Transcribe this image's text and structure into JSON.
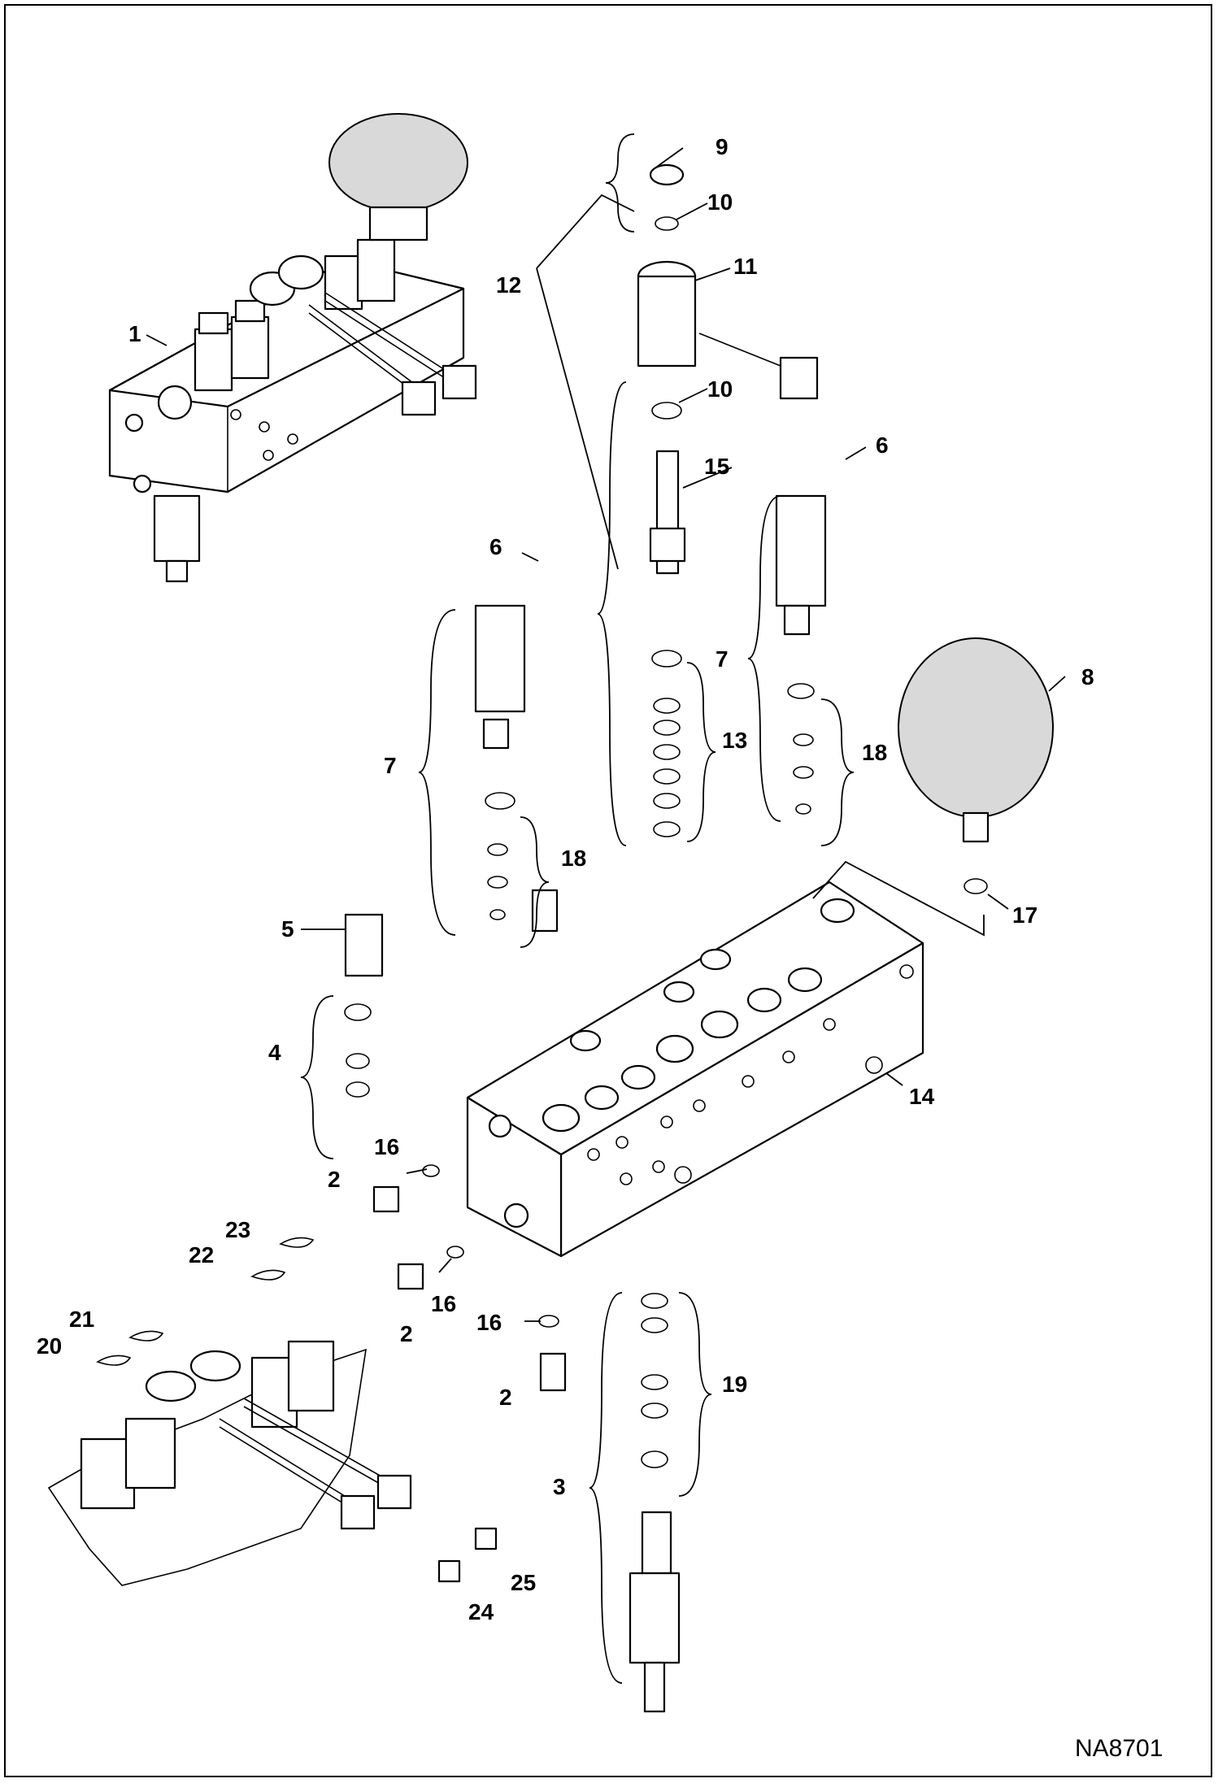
{
  "diagram": {
    "drawing_code": "NA8701",
    "callouts": {
      "c1": "1",
      "c2a": "2",
      "c2b": "2",
      "c2c": "2",
      "c3": "3",
      "c4": "4",
      "c5": "5",
      "c6a": "6",
      "c6b": "6",
      "c7a": "7",
      "c7b": "7",
      "c7c": "7",
      "c8": "8",
      "c9": "9",
      "c10a": "10",
      "c10b": "10",
      "c11": "11",
      "c12": "12",
      "c13": "13",
      "c14": "14",
      "c15": "15",
      "c16a": "16",
      "c16b": "16",
      "c16c": "16",
      "c17": "17",
      "c18a": "18",
      "c18b": "18",
      "c19": "19",
      "c20": "20",
      "c21": "21",
      "c22": "22",
      "c23": "23",
      "c24": "24",
      "c25": "25"
    }
  }
}
